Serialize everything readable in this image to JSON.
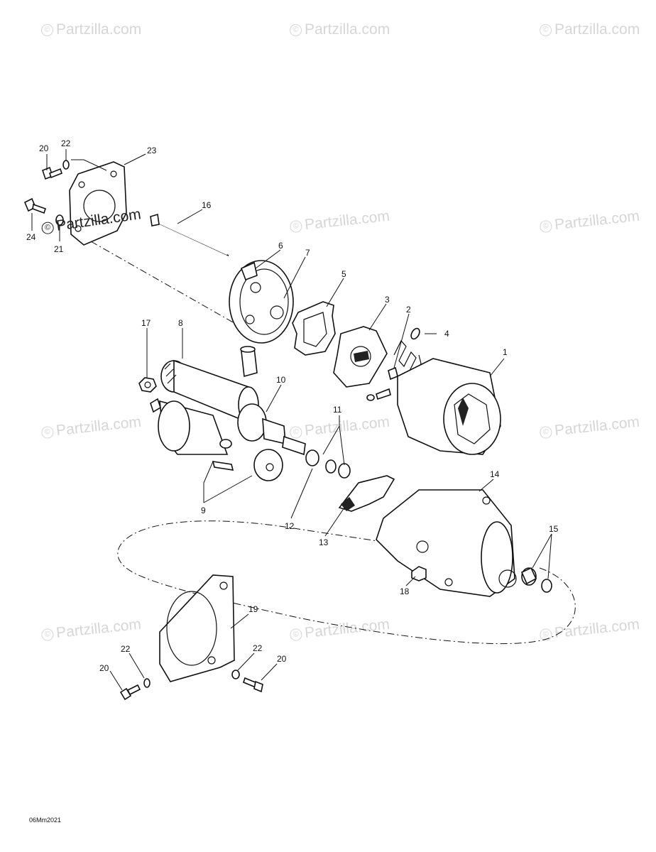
{
  "watermark": {
    "text": "Partzilla.com",
    "symbol": "©"
  },
  "drawing_code": "06Mm2021",
  "callouts": {
    "c1": "1",
    "c2": "2",
    "c3": "3",
    "c4": "4",
    "c5": "5",
    "c6": "6",
    "c7": "7",
    "c8": "8",
    "c9": "9",
    "c10": "10",
    "c11": "11",
    "c12": "12",
    "c13": "13",
    "c14": "14",
    "c15": "15",
    "c16": "16",
    "c17": "17",
    "c18": "18",
    "c19": "19",
    "c20a": "20",
    "c20b": "20",
    "c20c": "20",
    "c21": "21",
    "c22a": "22",
    "c22b": "22",
    "c22c": "22",
    "c23": "23",
    "c24": "24"
  },
  "colors": {
    "line": "#111111",
    "watermark": "#d6d6d6"
  }
}
